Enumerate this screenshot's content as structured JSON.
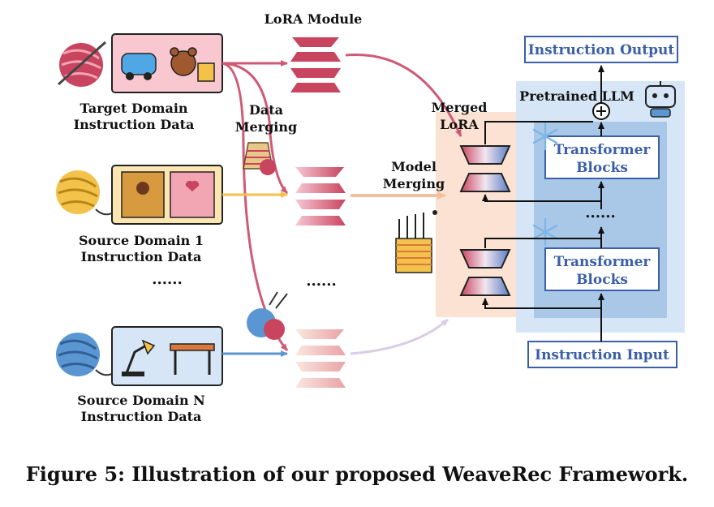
{
  "domains": {
    "target": {
      "line1": "Target Domain",
      "line2": "Instruction Data"
    },
    "source1": {
      "line1": "Source Domain 1",
      "line2": "Instruction Data"
    },
    "sourceN": {
      "line1": "Source Domain N",
      "line2": "Instruction Data"
    },
    "ellipsis": "......"
  },
  "labels": {
    "lora_module": "LoRA Module",
    "data_merging_1": "Data",
    "data_merging_2": "Merging",
    "model_merging_1": "Model",
    "model_merging_2": "Merging",
    "merged_lora_1": "Merged",
    "merged_lora_2": "LoRA",
    "pretrained_llm": "Pretrained LLM",
    "instruction_output": "Instruction Output",
    "instruction_input": "Instruction Input",
    "transformer_1_line1": "Transformer",
    "transformer_1_line2": "Blocks",
    "transformer_2_line1": "Transformer",
    "transformer_2_line2": "Blocks",
    "middle_ellipsis": "......",
    "llm_ellipsis": "......"
  },
  "caption": "Figure 5: Illustration of our proposed WeaveRec Framework.",
  "colors": {
    "target_line": "#cf5a76",
    "source1_line": "#f3c24a",
    "sourceN_line": "#5a96d2",
    "merge_arrow": "#f2c1a2",
    "llm_bg": "#d6e6f6",
    "llm_inner": "#a9c8e8",
    "merged_bg": "#fbe2d2",
    "box_border": "#3a5fa8"
  }
}
